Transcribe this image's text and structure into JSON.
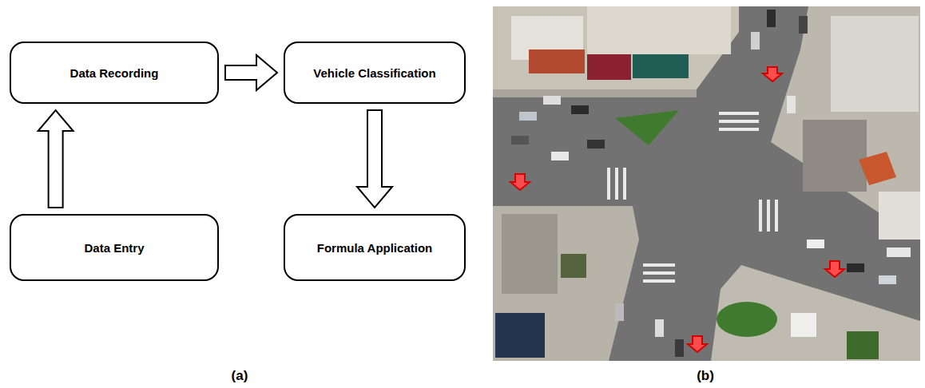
{
  "diagram": {
    "nodes": [
      {
        "text": [
          "Data Recording"
        ]
      },
      {
        "text": [
          "Vehicle Classification"
        ]
      },
      {
        "text": [
          "Data Entry"
        ]
      },
      {
        "text": [
          "Formula Application"
        ]
      }
    ],
    "edges": [
      {
        "from": 2,
        "to": 0,
        "arrow": "to"
      },
      {
        "from": 0,
        "to": 1,
        "arrow": "to"
      },
      {
        "from": 1,
        "to": 3,
        "arrow": "to"
      }
    ],
    "labels": [
      "(a)",
      "(b)"
    ]
  }
}
